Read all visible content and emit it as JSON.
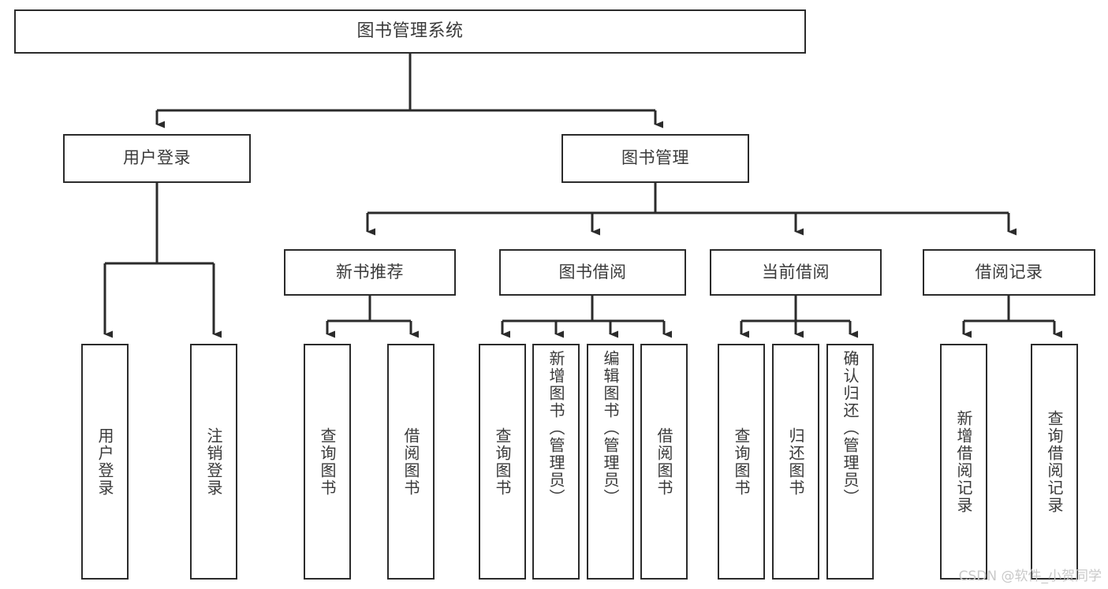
{
  "diagram": {
    "title": "图书管理系统",
    "type": "hierarchy-tree",
    "orientation": "top-down",
    "levels": 4
  },
  "root": {
    "label": "图书管理系统"
  },
  "level2": [
    {
      "label": "用户登录"
    },
    {
      "label": "图书管理"
    }
  ],
  "level3": [
    {
      "label": "新书推荐"
    },
    {
      "label": "图书借阅"
    },
    {
      "label": "当前借阅"
    },
    {
      "label": "借阅记录"
    }
  ],
  "leaves": {
    "user_login": [
      {
        "label": "用户登录"
      },
      {
        "label": "注销登录"
      }
    ],
    "new_book_recommend": [
      {
        "label": "查询图书"
      },
      {
        "label": "借阅图书"
      }
    ],
    "book_borrow": [
      {
        "label": "查询图书"
      },
      {
        "label": "新增图书（管理员）"
      },
      {
        "label": "编辑图书（管理员）"
      },
      {
        "label": "借阅图书"
      }
    ],
    "current_borrow": [
      {
        "label": "查询图书"
      },
      {
        "label": "归还图书"
      },
      {
        "label": "确认归还（管理员）"
      }
    ],
    "borrow_record": [
      {
        "label": "新增借阅记录"
      },
      {
        "label": "查询借阅记录"
      }
    ]
  },
  "watermark": {
    "text": "CSDN @软件_小贺同学"
  },
  "colors": {
    "box_border": "#2b2b2b",
    "box_fill": "#ffffff",
    "text": "#3a3a3a",
    "connector": "#2b2b2b",
    "watermark": "#c9c9c9",
    "background": "#ffffff"
  }
}
